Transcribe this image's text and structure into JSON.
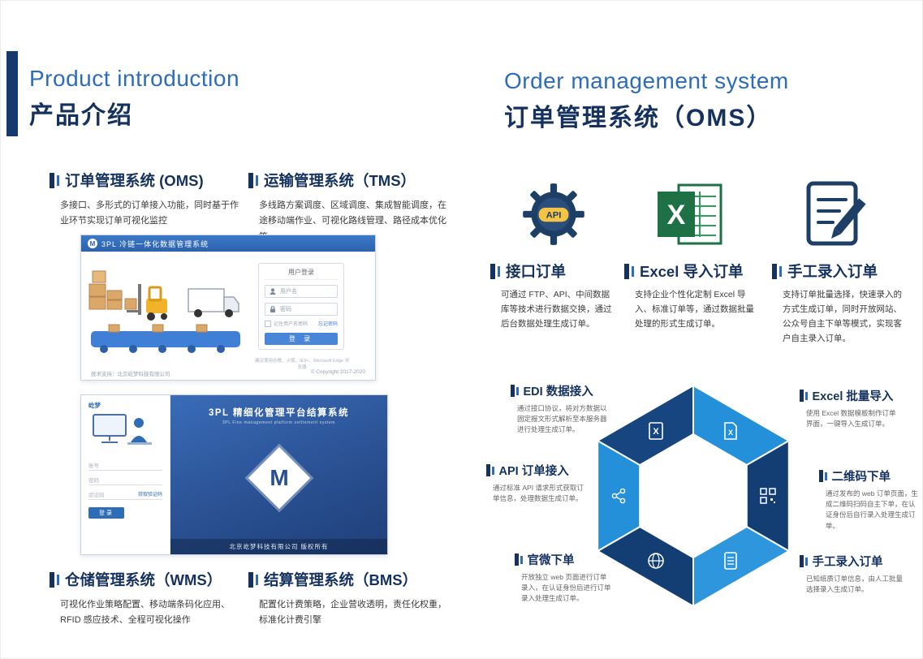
{
  "left": {
    "title_en": "Product introduction",
    "title_zh": "产品介绍",
    "sections": [
      {
        "title": "订单管理系统 (OMS)",
        "desc": "多接口、多形式的订单接入功能，同时基于作业环节实现订单可视化监控"
      },
      {
        "title": "运输管理系统（TMS）",
        "desc": "多线路方案调度、区域调度、集成智能调度，在途移动端作业、可视化路线管理、路径成本优化等"
      },
      {
        "title": "仓储管理系统（WMS）",
        "desc": "可视化作业策略配置、移动端条码化应用、RFID 感应技术、全程可视化操作"
      },
      {
        "title": "结算管理系统（BMS）",
        "desc": "配置化计费策略，企业营收透明，责任化权重，标准化计费引擎"
      }
    ],
    "screenshot_oms": {
      "header_title": "3PL 冷链一体化数据管理系统",
      "login_title": "用户登录",
      "username_placeholder": "用户名",
      "password_placeholder": "密码",
      "remember_label": "记住用户名密码",
      "forgot_label": "忘记密码",
      "login_button": "登 录",
      "browser_note": "建议使用谷歌、火狐、IE9+、Microsoft Edge 浏览器",
      "footer_left": "技术支持：北京屹梦科技有限公司",
      "footer_right": "© Copyright 2017-2020"
    },
    "screenshot_bms": {
      "logo": "屹梦",
      "account_placeholder": "账号",
      "password_placeholder": "密码",
      "captcha_placeholder": "验证码",
      "captcha_button": "获取验证码",
      "login_button": "登录",
      "system_title": "3PL 精细化管理平台结算系统",
      "system_subtitle": "3PL Fine management platform settlement system",
      "logo_letter": "M",
      "footer": "北京屹梦科技有限公司 版权所有"
    }
  },
  "right": {
    "title_en": "Order management system",
    "title_zh": "订单管理系统（OMS）",
    "cards": [
      {
        "icon": "api-gear-icon",
        "icon_label": "API",
        "title": "接口订单",
        "desc": "可通过 FTP、API、中间数据库等技术进行数据交换，通过后台数据处理生成订单。"
      },
      {
        "icon": "excel-icon",
        "icon_label": "X",
        "title": "Excel 导入订单",
        "desc": "支持企业个性化定制 Excel 导入、标准订单等，通过数据批量处理的形式生成订单。"
      },
      {
        "icon": "manual-entry-icon",
        "title": "手工录入订单",
        "desc": "支持订单批量选择，快速录入的方式生成订单，同时开放网站、公众号自主下单等模式，实现客户自主录入订单。"
      }
    ],
    "hexagon": {
      "icon_letters": {
        "excel": "X"
      },
      "items": [
        {
          "title": "EDI 数据接入",
          "desc": "通过接口协议，将对方数据以固定报文形式解析至本服务器进行处理生成订单。"
        },
        {
          "title": "Excel 批量导入",
          "desc": "使用 Excel 数据模板制作订单界面，一键导入生成订单。"
        },
        {
          "title": "API 订单接入",
          "desc": "通过标准 API 请求形式获取订单信息，处理数据生成订单。"
        },
        {
          "title": "二维码下单",
          "desc": "通过发布的 web 订单页面，生成二维码扫码自主下单，在认证身份后自行录入处理生成订单。"
        },
        {
          "title": "官微下单",
          "desc": "开放独立 web 页面进行订单录入，在认证身份后进行订单录入处理生成订单。"
        },
        {
          "title": "手工录入订单",
          "desc": "已知纸质订单信息，由人工批量选择录入生成订单。"
        }
      ]
    }
  },
  "colors": {
    "accent_blue": "#2d6db7",
    "navy": "#15325f",
    "hex_dark": "#123e73",
    "hex_bright": "#2490d9",
    "excel_green": "#1e7145",
    "gear_yellow": "#f6c445"
  }
}
